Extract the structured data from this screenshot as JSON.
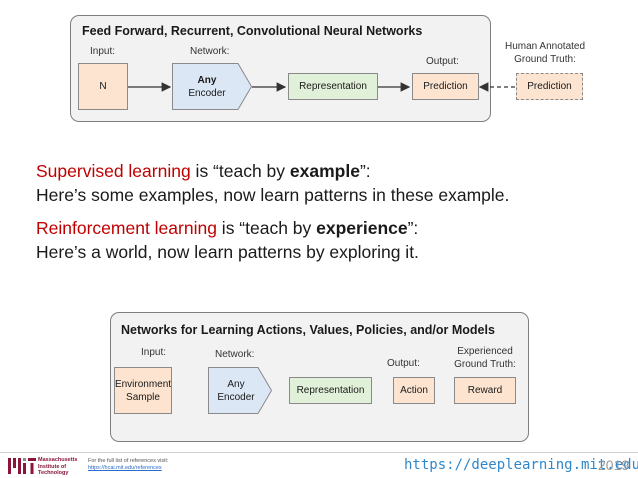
{
  "top_diagram": {
    "title": "Feed Forward, Recurrent, Convolutional  Neural Networks",
    "input_label": "Input:",
    "network_label": "Network:",
    "output_label": "Output:",
    "ground_truth_label_line1": "Human Annotated",
    "ground_truth_label_line2": "Ground Truth:",
    "input_box": "N",
    "encoder_line1": "Any",
    "encoder_line2": "Encoder",
    "representation_box": "Representation",
    "prediction_box": "Prediction",
    "ground_truth_box": "Prediction"
  },
  "body_text": {
    "supervised_term": "Supervised learning",
    "supervised_rest_1": " is “teach by ",
    "supervised_bold": "example",
    "supervised_rest_2": "”:",
    "supervised_line2": "Here’s some examples, now learn patterns in these example.",
    "reinforcement_term": "Reinforcement learning",
    "reinforcement_rest_1": " is “teach by ",
    "reinforcement_bold": "experience",
    "reinforcement_rest_2": "”:",
    "reinforcement_line2": "Here’s a world, now learn patterns by exploring it."
  },
  "bottom_diagram": {
    "title": "Networks for Learning Actions, Values, Policies, and/or Models",
    "input_label": "Input:",
    "network_label": "Network:",
    "output_label": "Output:",
    "ground_truth_label_line1": "Experienced",
    "ground_truth_label_line2": "Ground Truth:",
    "input_box_line1": "Environment",
    "input_box_line2": "Sample",
    "encoder_line1": "Any",
    "encoder_line2": "Encoder",
    "representation_box": "Representation",
    "action_box": "Action",
    "reward_box": "Reward"
  },
  "footer": {
    "mit_text": "Massachusetts\nInstitute of\nTechnology",
    "ref_note": "For the full list of references visit:",
    "ref_link": "https://hcai.mit.edu/references",
    "site_url": "https://deeplearning.mit.edu",
    "year": "2019"
  },
  "colors": {
    "input_fill": "#fce4d0",
    "encoder_fill": "#dbe7f5",
    "representation_fill": "#e1f0d8",
    "panel_fill": "#f2f2f2",
    "term_red": "#c00000",
    "url_blue": "#2f87c9",
    "mit_red": "#8a1538"
  }
}
